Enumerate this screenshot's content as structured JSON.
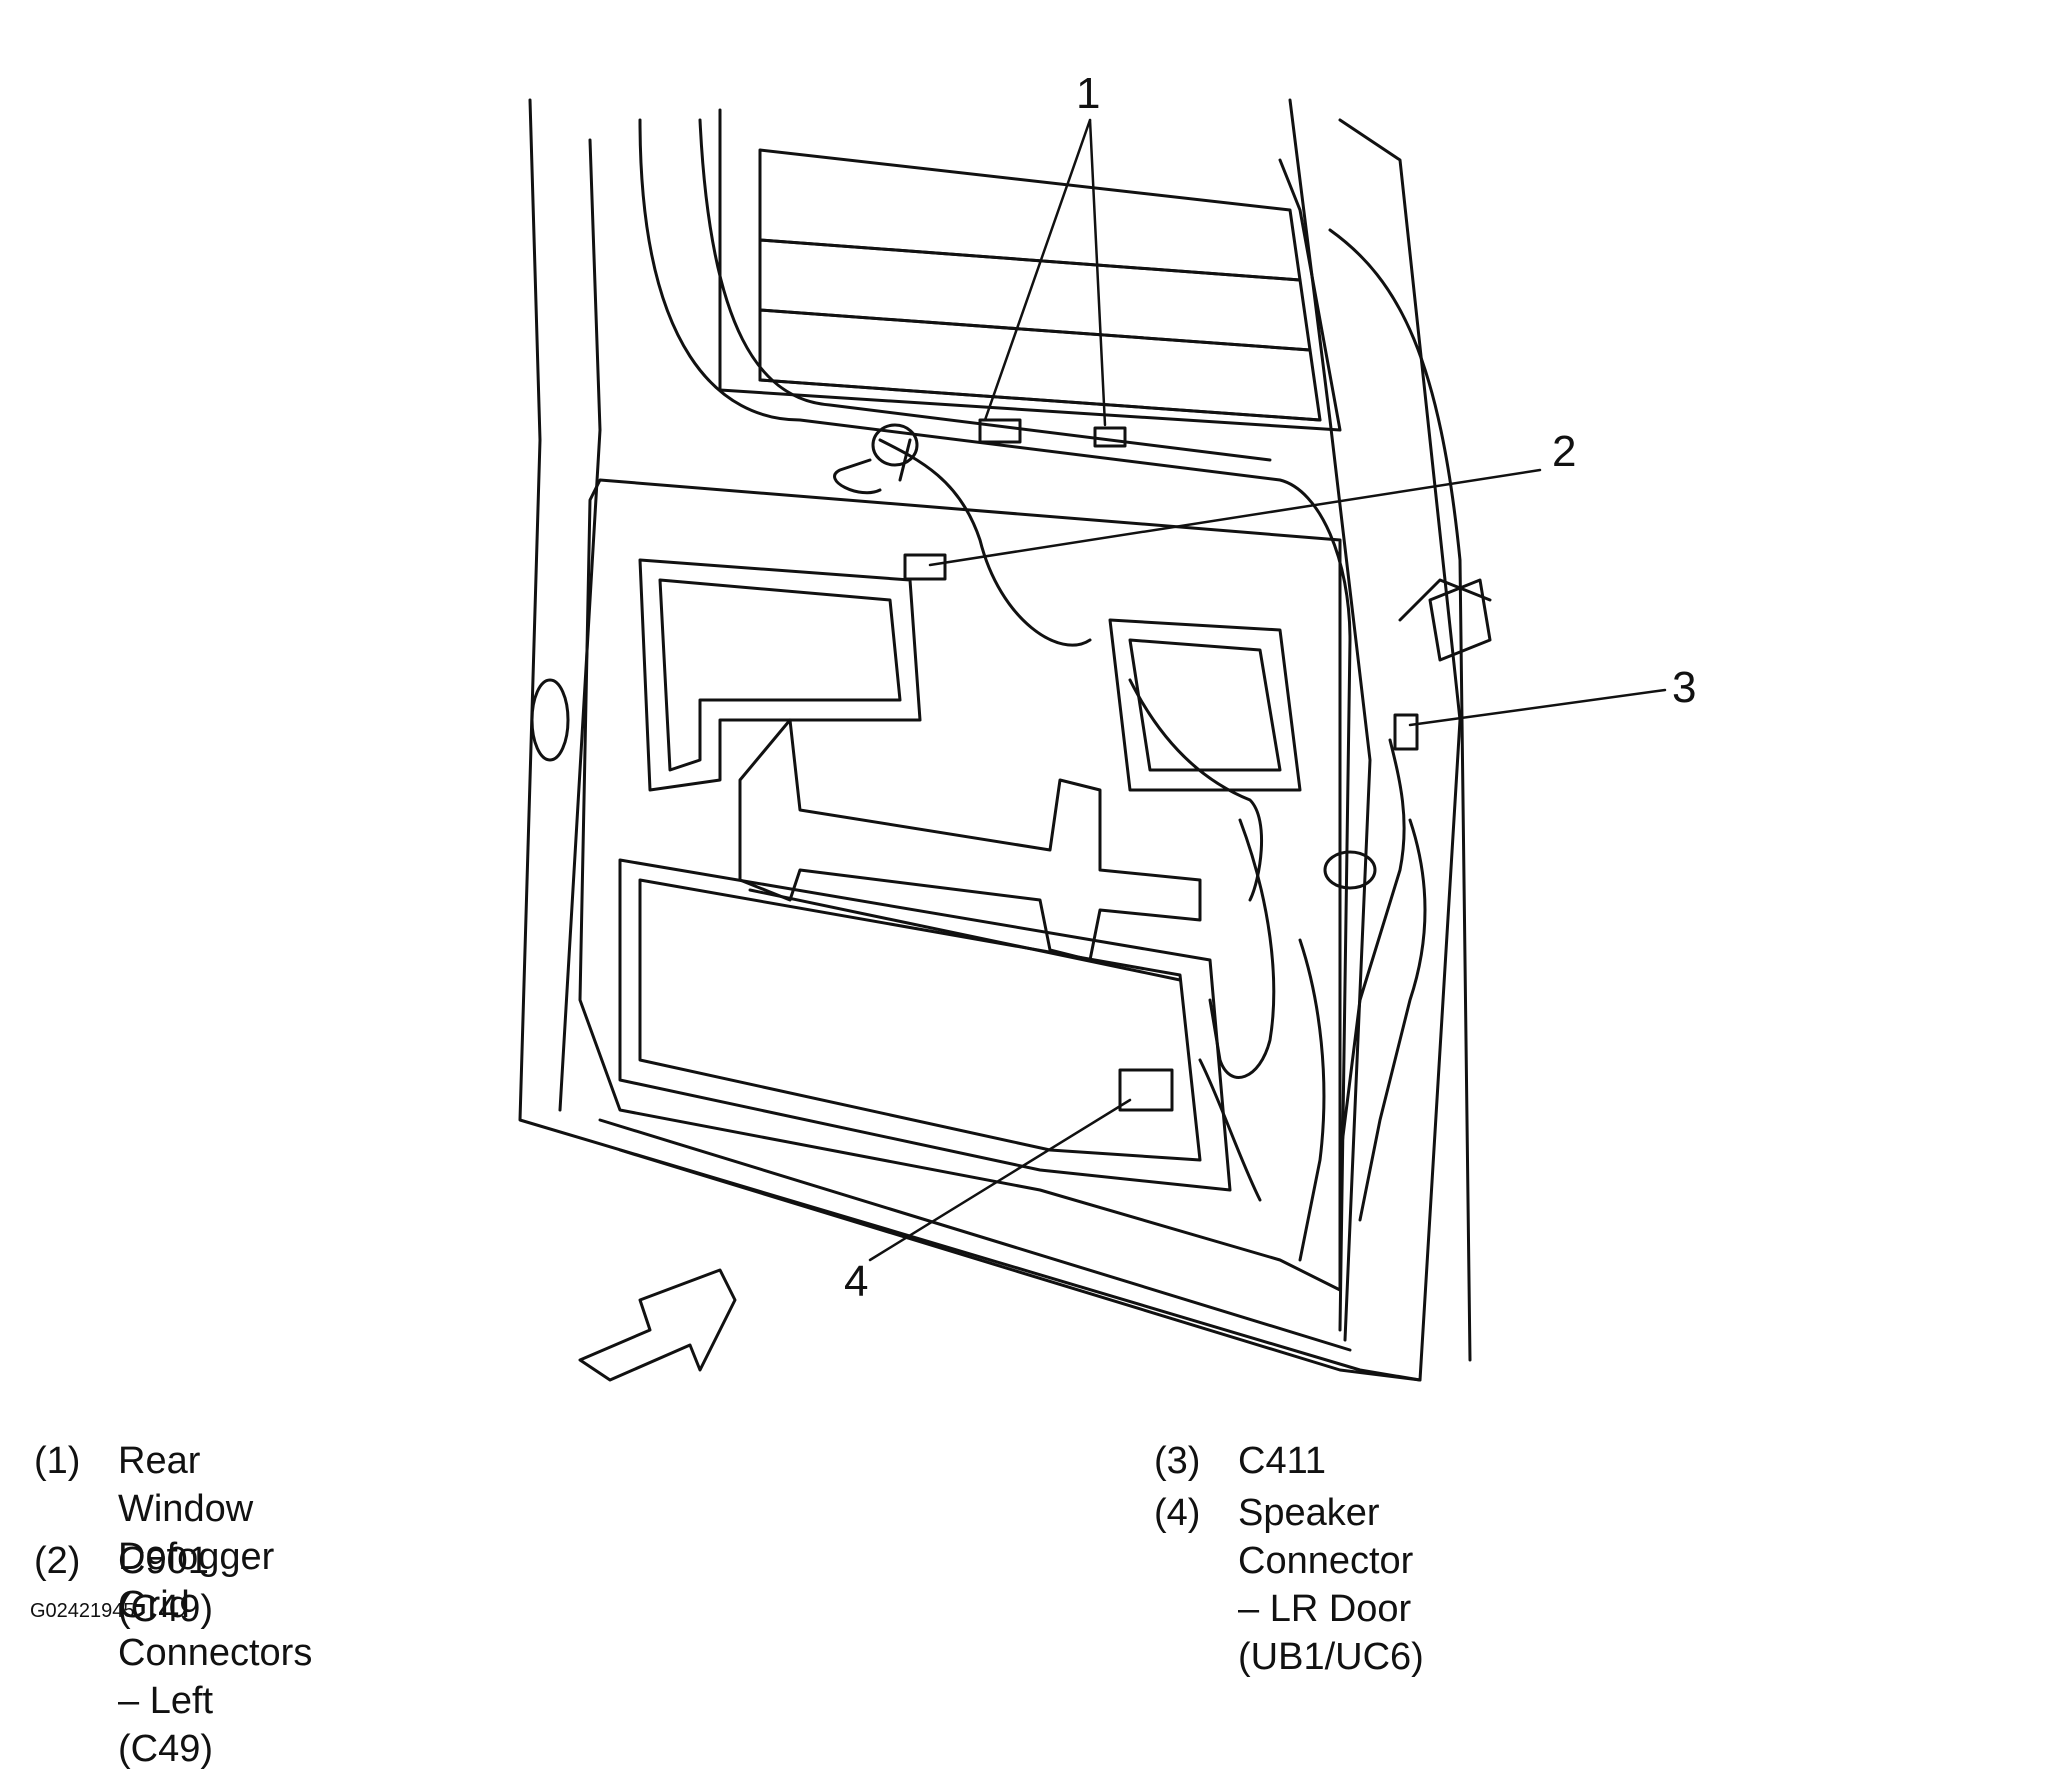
{
  "diagram": {
    "callouts": [
      "1",
      "2",
      "3",
      "4"
    ]
  },
  "legend": [
    {
      "num": "(1)",
      "text": "Rear Window Defogger Grid\nConnectors – Left (C49)"
    },
    {
      "num": "(2)",
      "text": "C901 (C49)"
    },
    {
      "num": "(3)",
      "text": "C411"
    },
    {
      "num": "(4)",
      "text": "Speaker Connector – LR Door (UB1/UC6)"
    }
  ],
  "figure_id": "G02421945"
}
